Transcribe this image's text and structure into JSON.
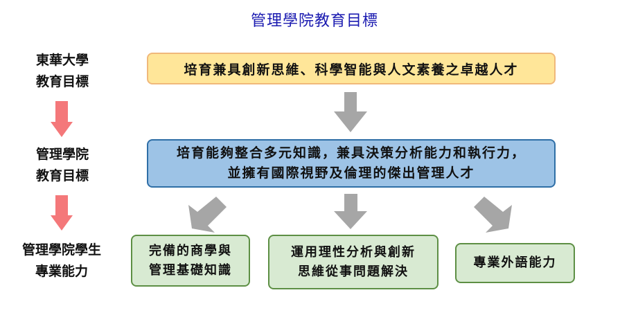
{
  "title": "管理學院教育目標",
  "side_labels": [
    {
      "line1": "東華大學",
      "line2": "教育目標"
    },
    {
      "line1": "管理學院",
      "line2": "教育目標"
    },
    {
      "line1": "管理學院學生",
      "line2": "專業能力"
    }
  ],
  "boxes": {
    "university_goal": "培育兼具創新思維、科學智能與人文素養之卓越人才",
    "college_goal_line1": "培育能夠整合多元知識，兼具決策分析能力和執行力，",
    "college_goal_line2": "並擁有國際視野及倫理的傑出管理人才",
    "competencies": [
      {
        "line1": "完備的商學與",
        "line2": "管理基礎知識"
      },
      {
        "line1": "運用理性分析與創新",
        "line2": "思維從事問題解決"
      },
      {
        "line1": "專業外語能力",
        "line2": ""
      }
    ]
  },
  "colors": {
    "title": "#1a1ab0",
    "pink_arrow": "#f4787a",
    "gray_arrow": "#a6a6a6",
    "yellow_box": "#ffe699",
    "blue_box": "#9dc3e6",
    "green_box": "#d8ead2"
  }
}
